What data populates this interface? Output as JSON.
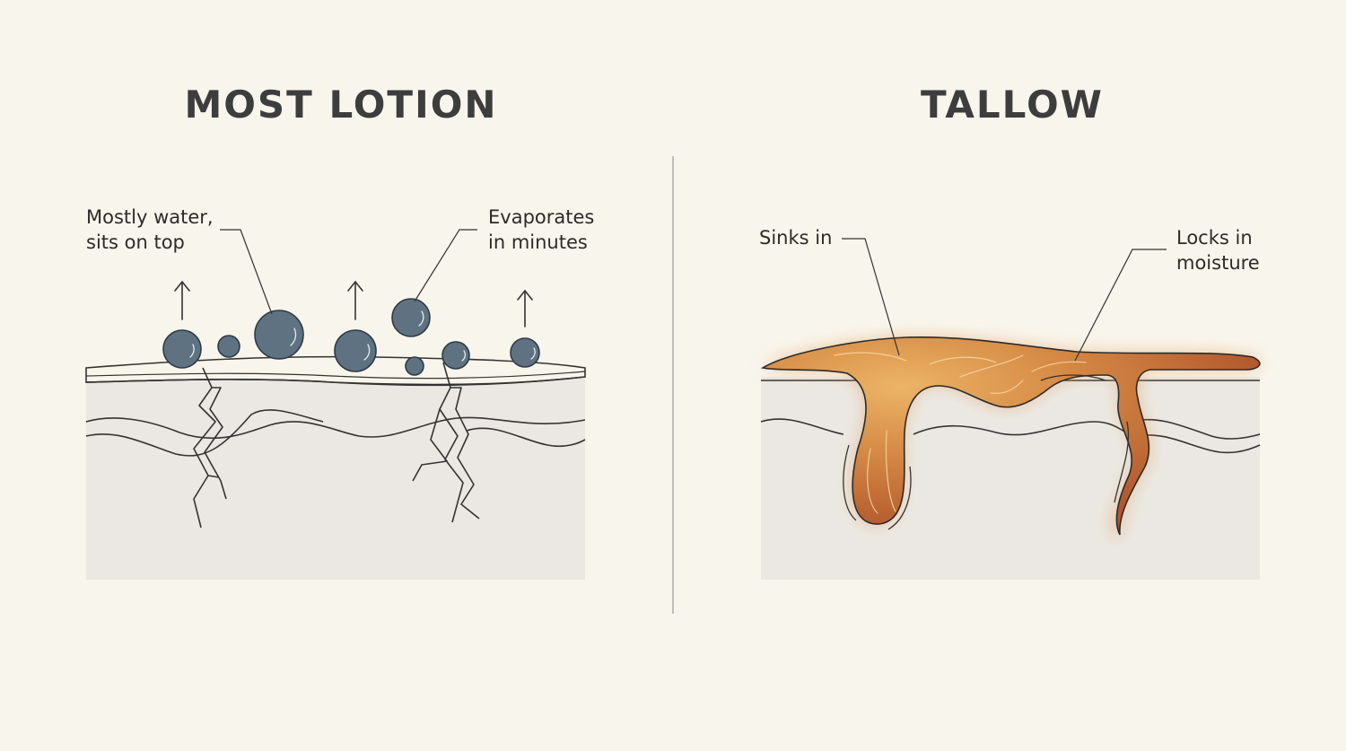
{
  "panels": [
    {
      "title": "MOST LOTION",
      "callouts": [
        {
          "lines": [
            "Mostly water,",
            "sits on top"
          ]
        },
        {
          "lines": [
            "Evaporates",
            "in minutes"
          ]
        }
      ]
    },
    {
      "title": "TALLOW",
      "callouts": [
        {
          "lines": [
            "Sinks in"
          ]
        },
        {
          "lines": [
            "Locks in",
            "moisture"
          ]
        }
      ]
    }
  ],
  "colors": {
    "background": "#f8f5ec",
    "skin": "#ebe8e3",
    "droplet": "#5f7282",
    "tallow_light": "#e2a75a",
    "tallow_dark": "#b65a2e",
    "line": "#333333"
  }
}
